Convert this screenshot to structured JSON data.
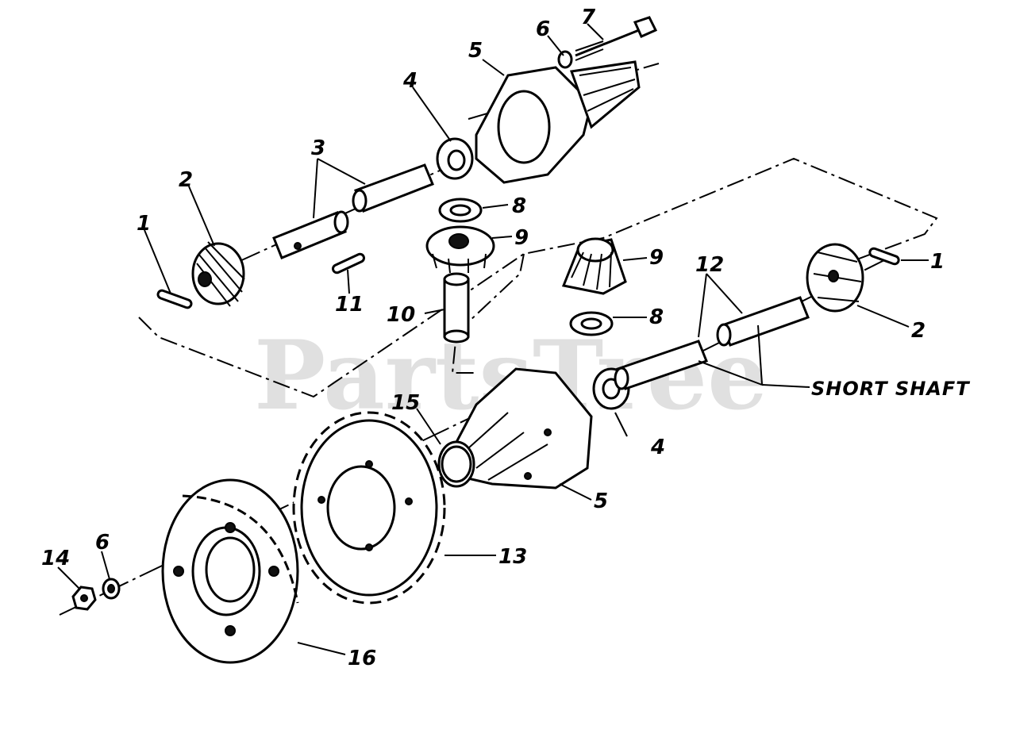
{
  "watermark": "PartsTree",
  "note": "SHORT SHAFT",
  "callouts": {
    "c1a": "1",
    "c1b": "1",
    "c2a": "2",
    "c2b": "2",
    "c3": "3",
    "c4a": "4",
    "c4b": "4",
    "c5a": "5",
    "c5b": "5",
    "c6a": "6",
    "c6b": "6",
    "c7": "7",
    "c8a": "8",
    "c8b": "8",
    "c9a": "9",
    "c9b": "9",
    "c10": "10",
    "c11": "11",
    "c12": "12",
    "c13": "13",
    "c14": "14",
    "c15": "15",
    "c16": "16"
  }
}
